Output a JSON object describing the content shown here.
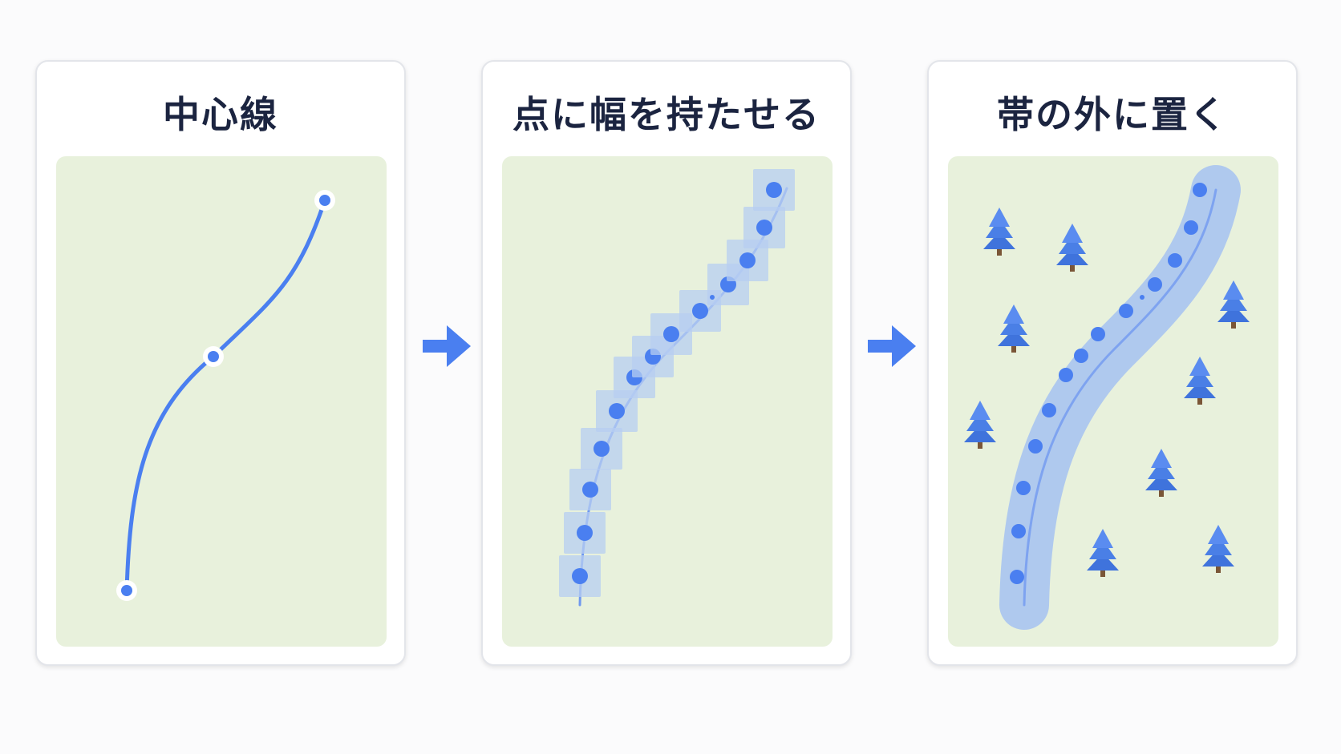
{
  "panels": [
    {
      "title": "中心線",
      "caption_icon": "centerline-curve-icon"
    },
    {
      "title": "点に幅を持たせる",
      "caption_icon": "widened-points-icon"
    },
    {
      "title": "帯の外に置く",
      "caption_icon": "trees-outside-band-icon"
    }
  ],
  "colors": {
    "accent": "#4a7ff0",
    "field": "#e8f1dc",
    "band": "#a9c4f0",
    "square": "#b7cef2",
    "tree": "#4a7fe6",
    "trunk": "#7a5637",
    "title": "#1b2440"
  }
}
